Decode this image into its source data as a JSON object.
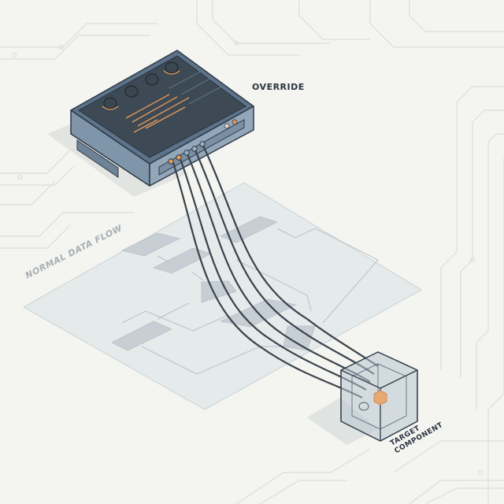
{
  "labels": {
    "override": "OVERRIDE",
    "normal_flow": "NORMAL DATA FLOW",
    "target_line1": "TARGET",
    "target_line2": "COMPONENT"
  },
  "colors": {
    "background": "#f4f4f0",
    "device_body": "#7e95ab",
    "device_screen": "#3c4852",
    "accent_orange": "#e39a5a",
    "cable": "#3a434c",
    "flow_plane": "#e3e8ea",
    "flow_box": "#c4ccd2",
    "cube_glass": "#b8c6d2",
    "circuit_lines": "#dcdedc"
  },
  "device": {
    "knobs": 4,
    "ports": 6
  },
  "cables": 5
}
